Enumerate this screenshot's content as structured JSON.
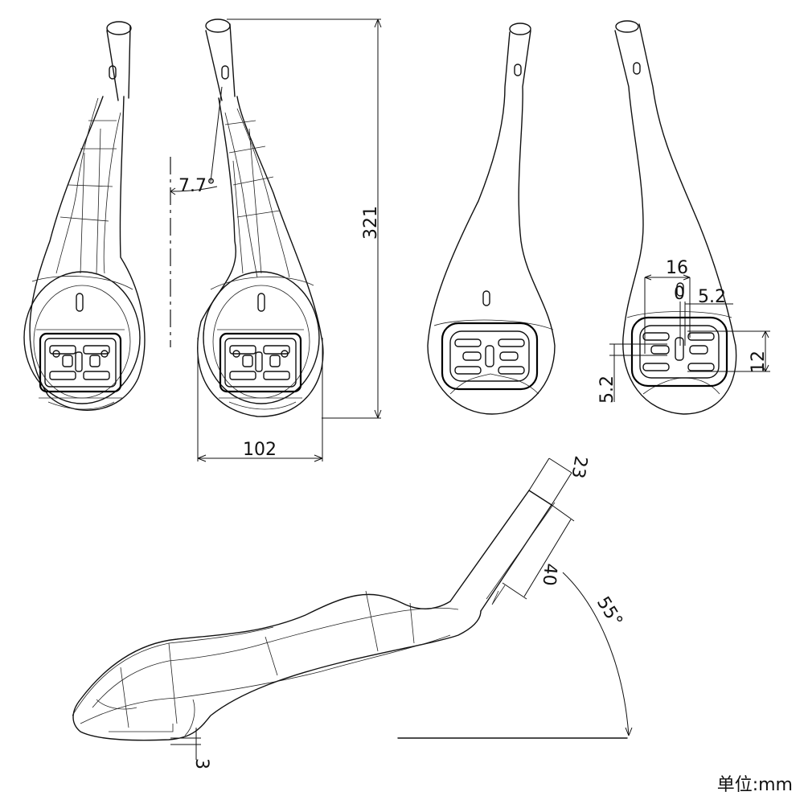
{
  "drawing": {
    "dimensions": {
      "angle_top": "7.7°",
      "height": "321",
      "width": "102",
      "d16": "16",
      "d0": "0",
      "d52a": "5.2",
      "d52b": "5.2",
      "d12": "12",
      "d23": "23",
      "d40": "40",
      "angle_side": "55°",
      "d3": "3"
    },
    "unit_label": "单位:mm"
  }
}
